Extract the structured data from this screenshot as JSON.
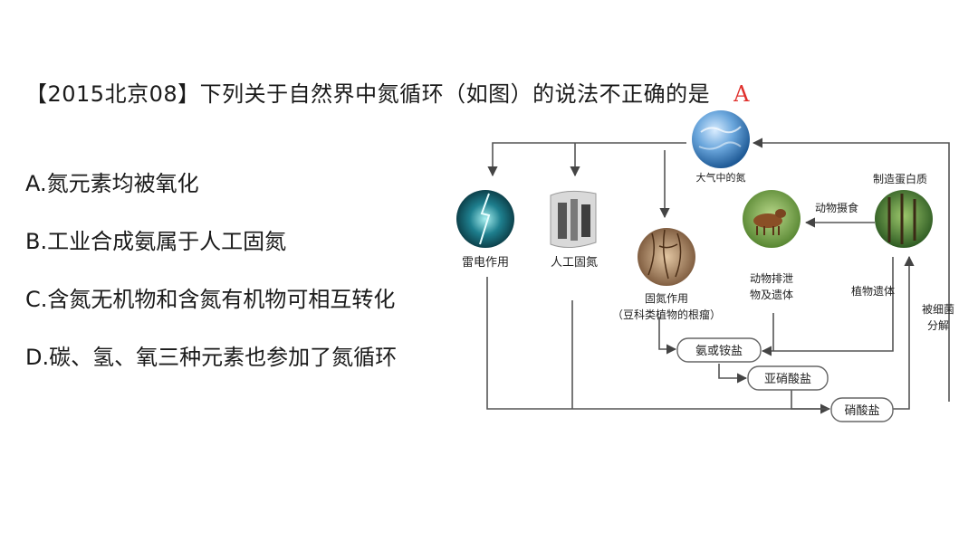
{
  "question": {
    "stem": "【2015北京08】下列关于自然界中氮循环（如图）的说法不正确的是",
    "answer": "A"
  },
  "options": [
    "A.氮元素均被氧化",
    "B.工业合成氨属于人工固氮",
    "C.含氮无机物和含氮有机物可相互转化",
    "D.碳、氢、氧三种元素也参加了氮循环"
  ],
  "diagram": {
    "atmosphere": "大气中的氮",
    "lightning": "雷电作用",
    "industrial": "人工固氮",
    "fixation_line1": "固氮作用",
    "fixation_line2": "（豆科类植物的根瘤）",
    "animal_excretion_line1": "动物排泄",
    "animal_excretion_line2": "物及遗体",
    "animal_intake": "动物摄食",
    "protein": "制造蛋白质",
    "plant_remains": "植物遗体",
    "bacteria_line1": "被细菌",
    "bacteria_line2": "分解",
    "ammonia": "氨或铵盐",
    "nitrite": "亚硝酸盐",
    "nitrate": "硝酸盐"
  },
  "colors": {
    "answer": "#e0302c",
    "arrow": "#555555"
  },
  "icons": [
    "earth-globe-icon",
    "lightning-icon",
    "factory-icon",
    "root-nodule-icon",
    "cattle-icon",
    "forest-icon"
  ]
}
